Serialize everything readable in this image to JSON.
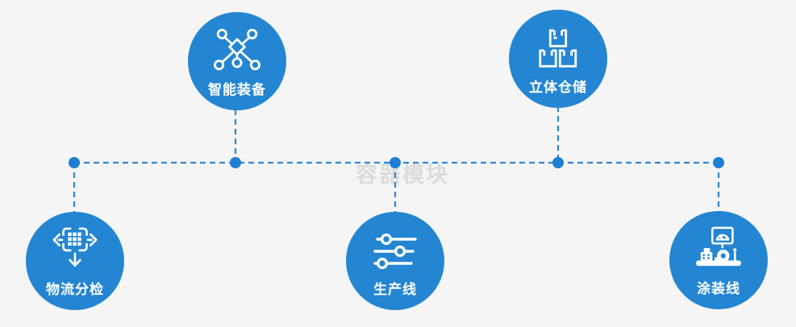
{
  "watermark": "容器模块",
  "colors": {
    "background": "#f5f5f6",
    "node_fill": "#2486d2",
    "connector_line": "#2f87d3",
    "junction_dot": "#1e7fd2",
    "label_text": "#ffffff",
    "watermark_text": "#dbdbdb"
  },
  "nodes": [
    {
      "id": "smart-equipment",
      "label": "智能装备",
      "icon": "network-nodes-icon",
      "row": "top"
    },
    {
      "id": "stereo-warehouse",
      "label": "立体仓储",
      "icon": "stacked-boxes-icon",
      "row": "top"
    },
    {
      "id": "logistics-sorting",
      "label": "物流分检",
      "icon": "sorting-arrows-icon",
      "row": "bottom"
    },
    {
      "id": "production-line",
      "label": "生产线",
      "icon": "sliders-icon",
      "row": "bottom"
    },
    {
      "id": "painting-line",
      "label": "涂装线",
      "icon": "paint-machine-icon",
      "row": "bottom"
    }
  ]
}
